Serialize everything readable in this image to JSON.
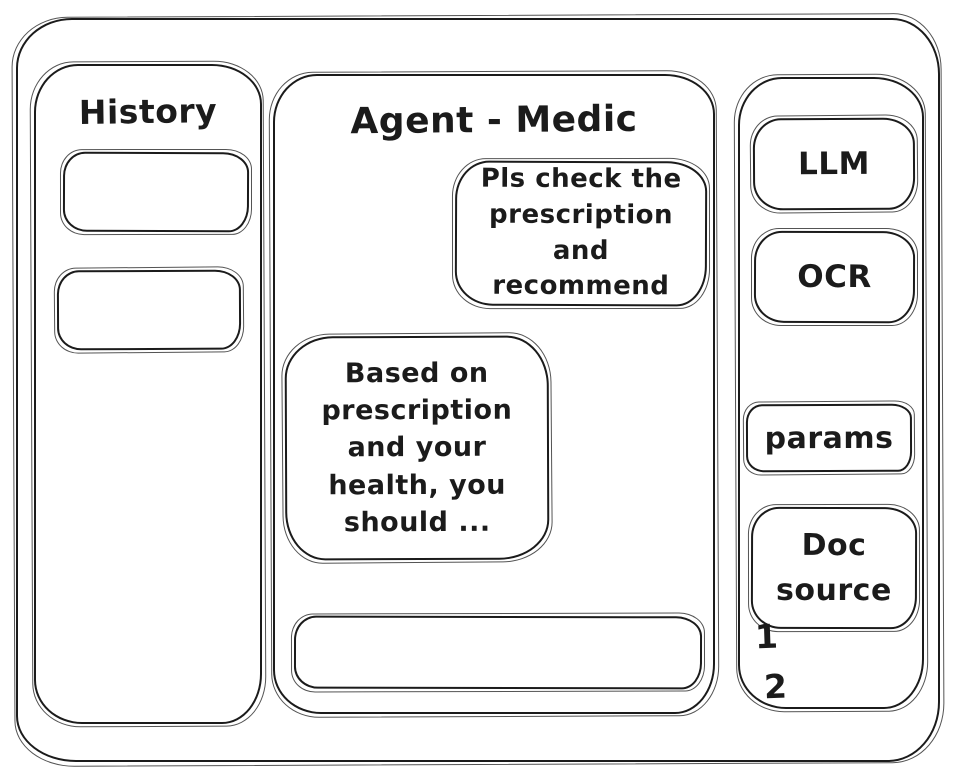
{
  "app": {
    "title": "Agent - Medic"
  },
  "sidebar_history": {
    "title": "History",
    "items": [
      "",
      ""
    ]
  },
  "chat": {
    "messages": [
      {
        "role": "user",
        "text": "Pls check the\nprescription\nand recommend"
      },
      {
        "role": "assistant",
        "text": "Based on\nprescription\nand your\nhealth, you\nshould ..."
      }
    ],
    "input": {
      "value": "",
      "placeholder": ""
    }
  },
  "sidebar_tools": {
    "llm_label": "LLM",
    "ocr_label": "OCR",
    "params_label": "params",
    "doc_source_label": "Doc source",
    "doc_source_items": [
      "1",
      "2"
    ]
  },
  "colors": {
    "ink": "#1b1b1b",
    "background": "#ffffff"
  }
}
